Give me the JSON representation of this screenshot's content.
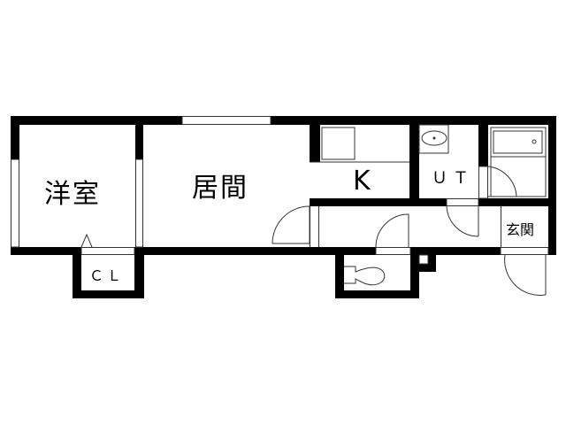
{
  "plan": {
    "colors": {
      "wall": "#000000",
      "line": "#333333",
      "background": "#ffffff"
    },
    "rooms": [
      {
        "id": "western-room",
        "label": "洋室"
      },
      {
        "id": "living-room",
        "label": "居間"
      },
      {
        "id": "kitchen",
        "label": "K"
      },
      {
        "id": "utility",
        "label": "ＵＴ"
      },
      {
        "id": "entrance",
        "label": "玄関"
      },
      {
        "id": "closet",
        "label": "ＣＬ"
      }
    ],
    "fixtures": [
      "washbasin",
      "bathtub",
      "toilet",
      "kitchen-sink"
    ]
  }
}
